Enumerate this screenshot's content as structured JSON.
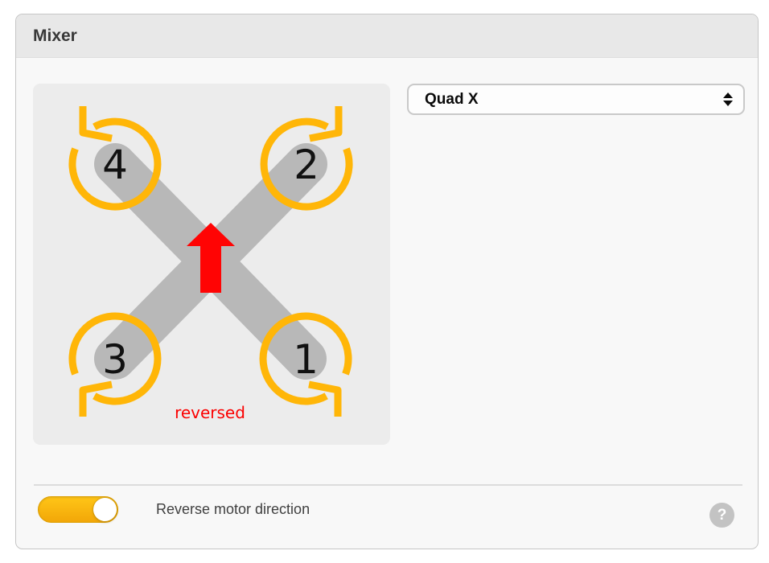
{
  "card": {
    "title": "Mixer"
  },
  "mixer_select": {
    "value": "Quad X"
  },
  "diagram": {
    "motors": [
      {
        "label": "4",
        "position": "top-left"
      },
      {
        "label": "2",
        "position": "top-right"
      },
      {
        "label": "3",
        "position": "bottom-left"
      },
      {
        "label": "1",
        "position": "bottom-right"
      }
    ],
    "annotation": "reversed",
    "colors": {
      "ring": "#FFB608",
      "arm": "#B8B8B8",
      "arrow": "#FF0404",
      "annotation": "#FB0000"
    }
  },
  "footer": {
    "toggle_label": "Reverse motor direction",
    "toggle_state": "on",
    "help_label": "?"
  }
}
